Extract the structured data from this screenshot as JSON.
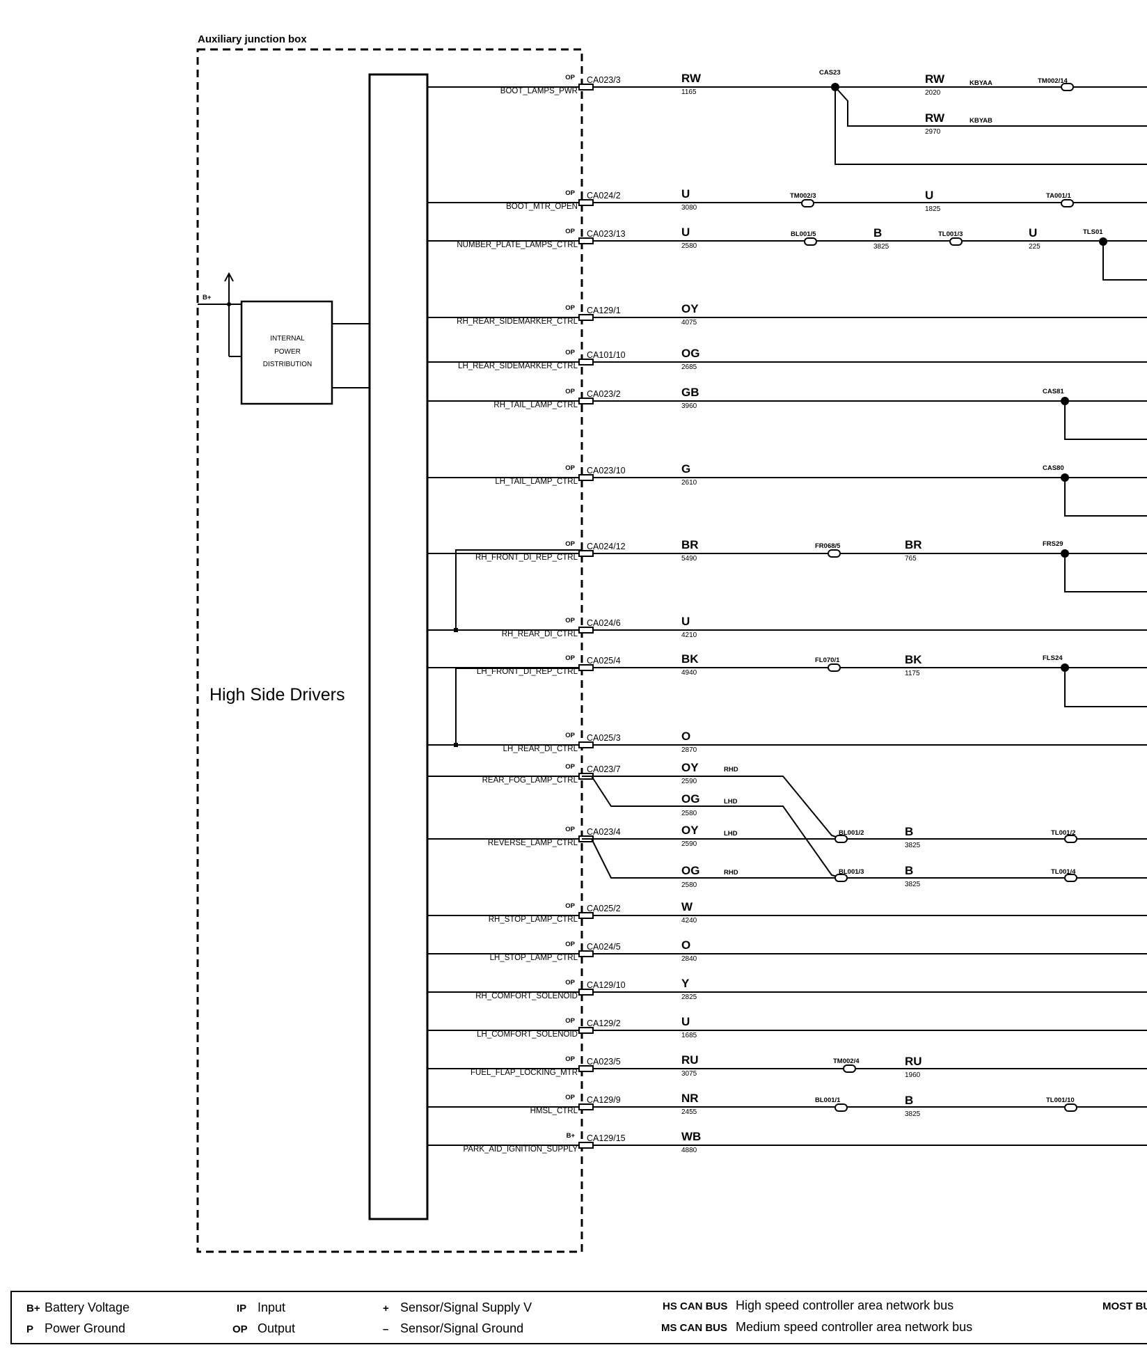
{
  "junction_box": {
    "title": "Auxiliary junction box",
    "drivers_label": "High Side Drivers",
    "ipd_lines": [
      "INTERNAL",
      "POWER",
      "DISTRIBUTION"
    ],
    "bplus_label": "B+"
  },
  "circuits": [
    {
      "type": "OP",
      "signal": "BOOT_LAMPS_PWR",
      "connector": "CA023/3",
      "color": "RW",
      "circuit": "1165"
    },
    {
      "type": "OP",
      "signal": "BOOT_MTR_OPEN",
      "connector": "CA024/2",
      "color": "U",
      "circuit": "3080"
    },
    {
      "type": "OP",
      "signal": "NUMBER_PLATE_LAMPS_CTRL",
      "connector": "CA023/13",
      "color": "U",
      "circuit": "2580"
    },
    {
      "type": "OP",
      "signal": "RH_REAR_SIDEMARKER_CTRL",
      "connector": "CA129/1",
      "color": "OY",
      "circuit": "4075"
    },
    {
      "type": "OP",
      "signal": "LH_REAR_SIDEMARKER_CTRL",
      "connector": "CA101/10",
      "color": "OG",
      "circuit": "2685"
    },
    {
      "type": "OP",
      "signal": "RH_TAIL_LAMP_CTRL",
      "connector": "CA023/2",
      "color": "GB",
      "circuit": "3960"
    },
    {
      "type": "OP",
      "signal": "LH_TAIL_LAMP_CTRL",
      "connector": "CA023/10",
      "color": "G",
      "circuit": "2610"
    },
    {
      "type": "OP",
      "signal": "RH_FRONT_DI_REP_CTRL",
      "connector": "CA024/12",
      "color": "BR",
      "circuit": "5490"
    },
    {
      "type": "OP",
      "signal": "RH_REAR_DI_CTRL",
      "connector": "CA024/6",
      "color": "U",
      "circuit": "4210"
    },
    {
      "type": "OP",
      "signal": "LH_FRONT_DI_REP_CTRL",
      "connector": "CA025/4",
      "color": "BK",
      "circuit": "4940"
    },
    {
      "type": "OP",
      "signal": "LH_REAR_DI_CTRL",
      "connector": "CA025/3",
      "color": "O",
      "circuit": "2870"
    },
    {
      "type": "OP",
      "signal": "REAR_FOG_LAMP_CTRL",
      "connector": "CA023/7",
      "color": "OY",
      "circuit": "2590"
    },
    {
      "type": "OP",
      "signal": "REVERSE_LAMP_CTRL",
      "connector": "CA023/4",
      "color": "OY",
      "circuit": "2590"
    },
    {
      "type": "OP",
      "signal": "RH_STOP_LAMP_CTRL",
      "connector": "CA025/2",
      "color": "W",
      "circuit": "4240"
    },
    {
      "type": "OP",
      "signal": "LH_STOP_LAMP_CTRL",
      "connector": "CA024/5",
      "color": "O",
      "circuit": "2840"
    },
    {
      "type": "OP",
      "signal": "RH_COMFORT_SOLENOID",
      "connector": "CA129/10",
      "color": "Y",
      "circuit": "2825"
    },
    {
      "type": "OP",
      "signal": "LH_COMFORT_SOLENOID",
      "connector": "CA129/2",
      "color": "U",
      "circuit": "1685"
    },
    {
      "type": "OP",
      "signal": "FUEL_FLAP_LOCKING_MTR",
      "connector": "CA023/5",
      "color": "RU",
      "circuit": "3075"
    },
    {
      "type": "OP",
      "signal": "HMSL_CTRL",
      "connector": "CA129/9",
      "color": "NR",
      "circuit": "2455"
    },
    {
      "type": "B+",
      "signal": "PARK_AID_IGNITION_SUPPLY",
      "connector": "CA129/15",
      "color": "WB",
      "circuit": "4880"
    }
  ],
  "fog_alt": [
    {
      "color": "OG",
      "circuit": "2580",
      "note": "LHD"
    },
    {
      "note": "RHD"
    }
  ],
  "rev_alt": [
    {
      "color": "OG",
      "circuit": "2580",
      "note": "RHD"
    },
    {
      "note": "LHD"
    }
  ],
  "splices": {
    "cas23": "CAS23",
    "tls01": "TLS01",
    "cas81": "CAS81",
    "cas80": "CAS80",
    "frs29": "FRS29",
    "fls24": "FLS24"
  },
  "boot": {
    "seg2_color": "RW",
    "seg2_circuit": "2020",
    "seg2_ref": "KBYAA",
    "seg2_conn": "TM002/14",
    "seg3_color": "RW",
    "seg3_circuit": "2970",
    "seg3_ref": "KBYAB"
  },
  "bootmtr": {
    "conn1": "TM002/3",
    "color2": "U",
    "circuit2": "1825",
    "conn2": "TA001/1"
  },
  "nplate": {
    "conn1": "BL001/5",
    "color2": "B",
    "circuit2": "3825",
    "conn2": "TL001/3",
    "color3": "U",
    "circuit3": "225"
  },
  "rhfront": {
    "conn1": "FR068/5",
    "color2": "BR",
    "circuit2": "765"
  },
  "lhfront": {
    "conn1": "FL070/1",
    "color2": "BK",
    "circuit2": "1175"
  },
  "bl002": {
    "conn": "BL001/2",
    "color": "B",
    "circuit": "3825",
    "conn2": "TL001/2"
  },
  "bl003": {
    "conn": "BL001/3",
    "color": "B",
    "circuit": "3825",
    "conn2": "TL001/4"
  },
  "fuel": {
    "conn1": "TM002/4",
    "color2": "RU",
    "circuit2": "1960"
  },
  "hmsl": {
    "conn1": "BL001/1",
    "color2": "B",
    "circuit2": "3825",
    "conn2": "TL001/10"
  },
  "legend": {
    "bplus_code": "B+",
    "bplus_text": "Battery Voltage",
    "p_code": "P",
    "p_text": "Power Ground",
    "ip_code": "IP",
    "ip_text": "Input",
    "op_code": "OP",
    "op_text": "Output",
    "plus_code": "+",
    "plus_text": "Sensor/Signal Supply V",
    "minus_code": "–",
    "minus_text": "Sensor/Signal Ground",
    "hs_code": "HS CAN BUS",
    "hs_text": "High speed controller area network bus",
    "ms_code": "MS CAN BUS",
    "ms_text": "Medium speed controller area network bus",
    "most_code": "MOST BU"
  }
}
